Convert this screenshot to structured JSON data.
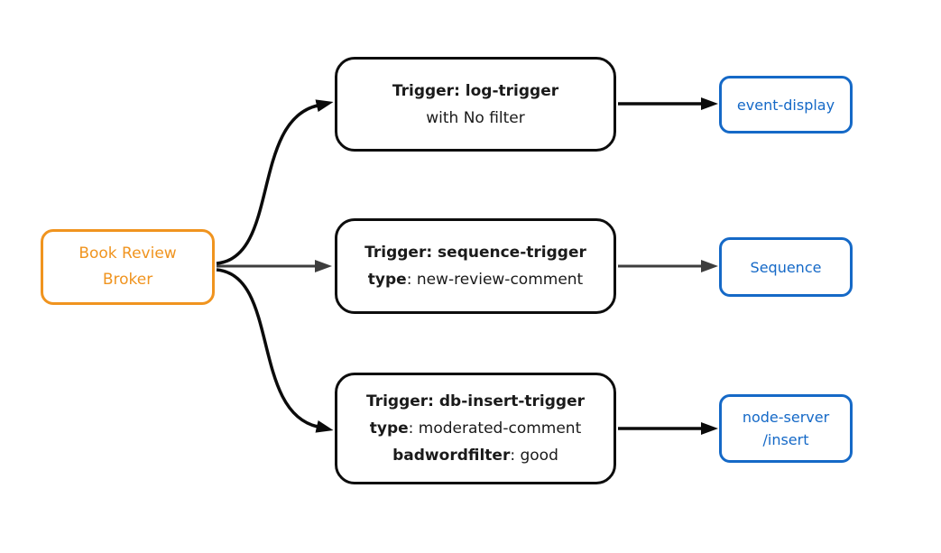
{
  "diagram": {
    "broker": {
      "lines": [
        "Book Review",
        "Broker"
      ]
    },
    "triggers": [
      {
        "title": "Trigger: log-trigger",
        "lines": [
          {
            "key": "",
            "value": "with No filter"
          }
        ]
      },
      {
        "title": "Trigger: sequence-trigger",
        "lines": [
          {
            "key": "type",
            "value": ": new-review-comment"
          }
        ]
      },
      {
        "title": "Trigger: db-insert-trigger",
        "lines": [
          {
            "key": "type",
            "value": ": moderated-comment"
          },
          {
            "key": "badwordfilter",
            "value": ": good"
          }
        ]
      }
    ],
    "sinks": [
      {
        "lines": [
          "event-display"
        ]
      },
      {
        "lines": [
          "Sequence"
        ]
      },
      {
        "lines": [
          "node-server",
          "/insert"
        ]
      }
    ],
    "colors": {
      "broker_border": "#F0941F",
      "trigger_border": "#0D0D0D",
      "sink_border": "#1569C7",
      "edge_black": "#0B0B0B",
      "edge_gray": "#3D3D3D",
      "background": "#FFFFFF"
    }
  }
}
